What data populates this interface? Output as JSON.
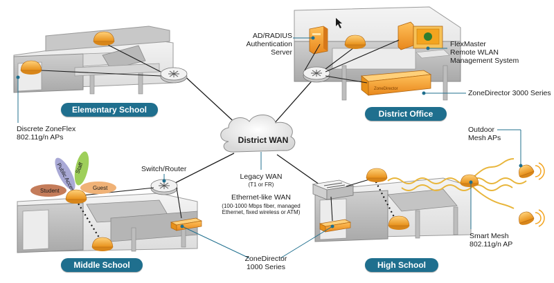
{
  "center": {
    "title": "District WAN",
    "legacy_title": "Legacy WAN",
    "legacy_sub": "(T1 or FR)",
    "eth_title": "Ethernet-like WAN",
    "eth_sub": "(100-1000 Mbps fiber, managed\nEthernet, fixed wireless or ATM)"
  },
  "sites": {
    "elementary": "Elementary School",
    "district": "District Office",
    "middle": "Middle School",
    "high": "High School"
  },
  "labels": {
    "discrete_aps": "Discrete ZoneFlex\n802.11g/n APs",
    "radius": "AD/RADIUS\nAuthentication\nServer",
    "flexmaster": "FlexMaster\nRemote WLAN\nManagement System",
    "zd3000": "ZoneDirector 3000 Series",
    "switch_router": "Switch/Router",
    "zd1000": "ZoneDirector\n1000 Series",
    "outdoor_mesh": "Outdoor\nMesh APs",
    "smart_mesh": "Smart Mesh\n802.11g/n AP"
  },
  "wlans": [
    "Public Access",
    "Staff",
    "Student",
    "Guest"
  ],
  "colors": {
    "pill": "#1f6f8e",
    "ap_orange": "#f3a41f",
    "link": "#1a1a1a",
    "callout_dot": "#1f6f8e",
    "wave": "#e8b53a"
  },
  "device_brand": "ZoneDirector"
}
